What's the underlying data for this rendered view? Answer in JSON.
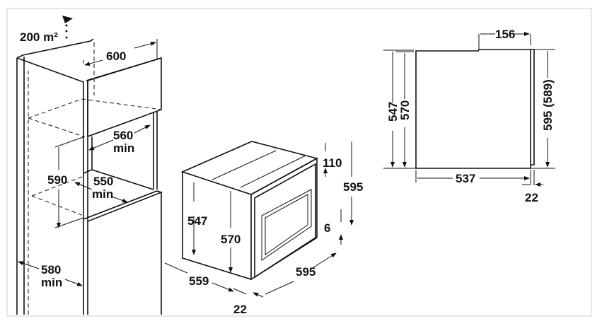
{
  "niche": {
    "ventilation": "200 m²",
    "width": "600",
    "inner_width": "560",
    "inner_width_unit": "min",
    "height": "590",
    "depth": "550",
    "depth_unit": "min",
    "cabinet_depth": "580",
    "cabinet_depth_unit": "min"
  },
  "oven": {
    "body_height": "547",
    "front_height": "570",
    "top_offset": "110",
    "total_height": "595",
    "bottom_offset": "6",
    "depth": "559",
    "door_depth": "22",
    "width": "595"
  },
  "side_view": {
    "top_step": "156",
    "body_height": "547",
    "front_height": "570",
    "total_height": "595 (589)",
    "depth": "537",
    "door_depth": "22"
  }
}
